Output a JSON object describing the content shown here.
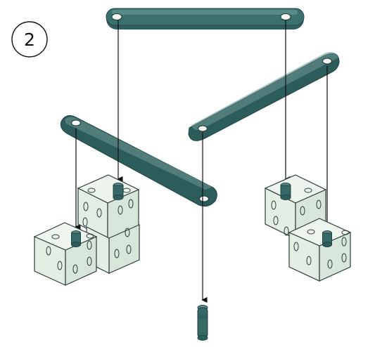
{
  "step": {
    "number": "2"
  },
  "colors": {
    "bar": "#356866",
    "bar_dark": "#244c4a",
    "bar_highlight": "#5f8f8c",
    "cube_fill": "#e6efe7",
    "cube_side": "#d8e6db",
    "cube_outline": "#2f3d3b",
    "line": "#1b1b1b",
    "peg": "#356866",
    "step_circle": "#111111"
  },
  "parts": {
    "top_bar": "flat-bar-2-holes",
    "left_bar": "flat-bar-2-holes",
    "right_bar": "flat-bar-2-holes",
    "left_cube_group": "two-stacked-cubes-with-pegs",
    "right_cube_group": "two-stacked-cubes-with-pegs",
    "hanging_peg": "connector-peg"
  }
}
